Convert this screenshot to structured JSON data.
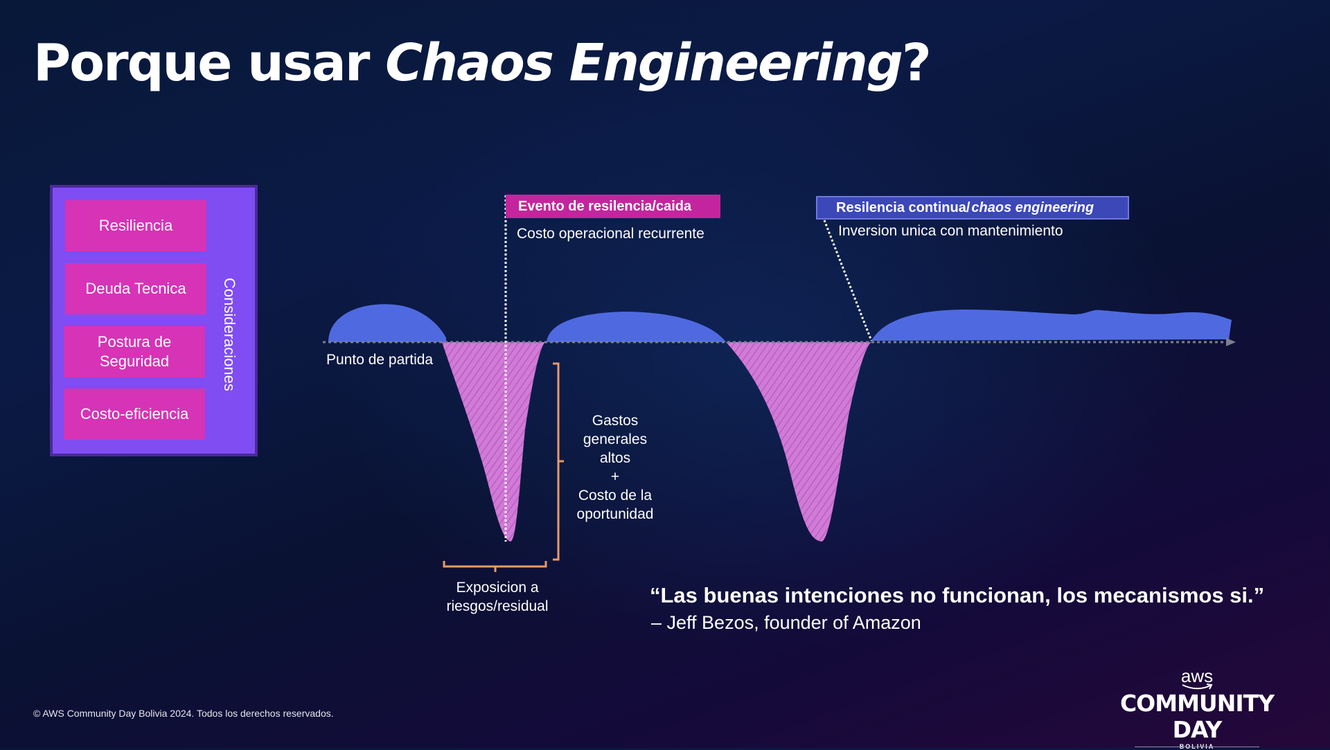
{
  "title": {
    "prefix": "Porque usar ",
    "emphasis": "Chaos Engineering",
    "suffix": "?"
  },
  "considerations": {
    "vertical_label": "Consideraciones",
    "items": [
      "Resiliencia",
      "Deuda Tecnica",
      "Postura de Seguridad",
      "Costo-eficiencia"
    ]
  },
  "diagram": {
    "start_label": "Punto de partida",
    "event_tag": "Evento de resilencia/caida",
    "event_sub": "Costo operacional recurrente",
    "continuous_tag_prefix": "Resilencia continua/",
    "continuous_tag_emphasis": "chaos engineering",
    "continuous_sub": "Inversion unica con mantenimiento",
    "costs_label": "Gastos generales altos + Costo de la oportunidad",
    "costs_lines": [
      "Gastos",
      "generales",
      "altos",
      "+",
      "Costo de la",
      "oportunidad"
    ],
    "exposure_lines": [
      "Exposicion a",
      "riesgos/residual"
    ]
  },
  "quote": {
    "text": "“Las buenas intenciones no funcionan, los mecanismos si.”",
    "author": "– Jeff Bezos, founder of Amazon"
  },
  "footer": {
    "copyright": "© AWS Community Day Bolivia 2024. Todos los derechos reservados."
  },
  "logo": {
    "aws": "aws",
    "name": "COMMUNITY DAY",
    "sub": "BOLIVIA"
  },
  "colors": {
    "wave": "#4f6ae0",
    "dip": "#d87fd8",
    "event": "#c4259e",
    "continuous": "#3c47b8",
    "box": "#7f4df2",
    "item": "#d633b7",
    "bracket": "#e89a6a"
  }
}
